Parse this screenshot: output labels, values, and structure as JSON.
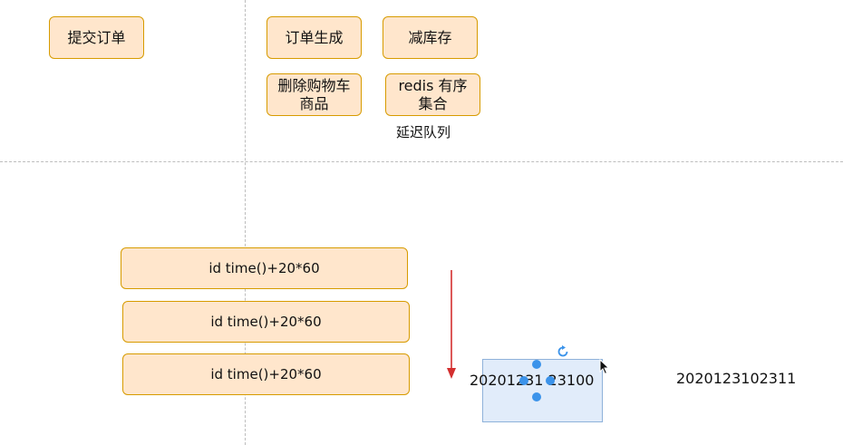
{
  "top_flow": {
    "submit_order": "提交订单",
    "order_created": "订单生成",
    "reduce_stock": "减库存",
    "delete_cart_line1": "删除购物车",
    "delete_cart_line2": "商品",
    "redis_line1": "redis 有序",
    "redis_line2": "集合",
    "delay_queue_label": "延迟队列"
  },
  "queue": {
    "items": [
      "id  time()+20*60",
      "id  time()+20*60",
      "id  time()+20*60"
    ]
  },
  "values": {
    "editing_text": "20201231 23100",
    "value_right": "2020123102311"
  },
  "colors": {
    "box_fill": "#ffe6cc",
    "box_stroke": "#d79b00",
    "arrow": "#d32f2f",
    "selection_handle": "#3b93ea"
  },
  "icons": {
    "rotate": "rotate-icon",
    "cursor": "cursor-icon"
  }
}
